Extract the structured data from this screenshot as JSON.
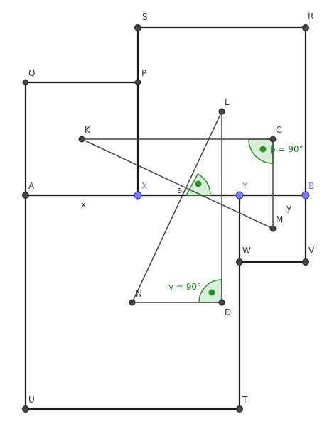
{
  "colors": {
    "thick_line": "#1a1a1a",
    "thin_line": "#444444",
    "point_fill": "#444444",
    "blue_point_fill": "#7b7bff",
    "blue_label": "#7b7bff",
    "angle_fill": "#d9efd9",
    "angle_stroke": "#2e8b2e",
    "angle_text": "#1f7a1f"
  },
  "labels": {
    "S": "S",
    "R": "R",
    "Q": "Q",
    "P": "P",
    "L": "L",
    "K": "K",
    "C": "C",
    "A": "A",
    "X": "X",
    "Y": "Y",
    "B": "B",
    "M": "M",
    "W": "W",
    "V": "V",
    "N": "N",
    "D": "D",
    "U": "U",
    "T": "T"
  },
  "segment_labels": {
    "x": "x",
    "y": "y",
    "a": "a"
  },
  "angle_labels": {
    "beta": "β = 90°",
    "gamma": "γ = 90°"
  }
}
